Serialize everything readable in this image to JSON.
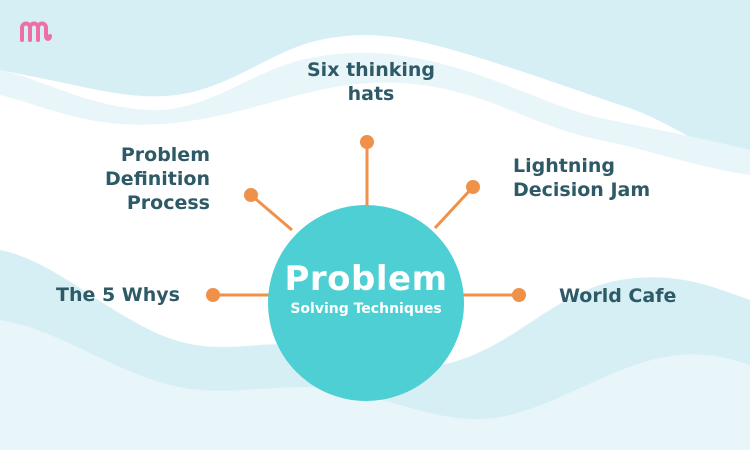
{
  "center": {
    "title": "Problem",
    "subtitle": "Solving Techniques"
  },
  "branches": [
    {
      "lines": [
        "Six thinking",
        "hats"
      ]
    },
    {
      "lines": [
        "Problem",
        "Definition",
        "Process"
      ]
    },
    {
      "lines": [
        "Lightning",
        "Decision Jam"
      ]
    },
    {
      "lines": [
        "The 5 Whys"
      ]
    },
    {
      "lines": [
        "World Cafe"
      ]
    }
  ],
  "colors": {
    "hub": "#4ecfd4",
    "connector": "#f0914a",
    "label": "#2d5a66",
    "wave": "#c7e9f1",
    "logo": "#ee6ea8"
  },
  "icons": {
    "logo": "brand-logo-icon"
  }
}
